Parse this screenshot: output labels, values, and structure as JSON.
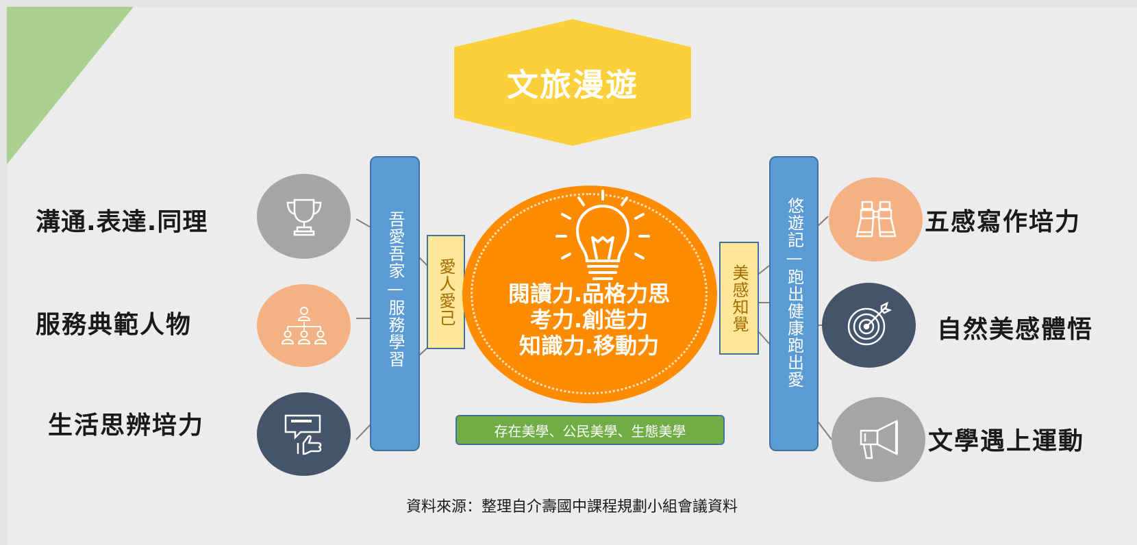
{
  "title": "文旅漫遊",
  "left_bar": "吾愛吾家—服務學習",
  "left_box": "愛人愛己",
  "right_bar": "悠遊記—跑出健康跑出愛",
  "right_box": "美感知覺",
  "center": {
    "lines": [
      "閱讀力.品格力思",
      "考力.創造力",
      "知識力.移動力"
    ]
  },
  "bottom_box": "存在美學、公民美學、生態美學",
  "left_items": [
    {
      "label": "溝通.表達.同理",
      "icon": "trophy-icon",
      "color": "#a5a5a5"
    },
    {
      "label": "服務典範人物",
      "icon": "org-chart-icon",
      "color": "#f4b183"
    },
    {
      "label": "生活思辨培力",
      "icon": "chat-thumbs-up-icon",
      "color": "#44546a"
    }
  ],
  "right_items": [
    {
      "label": "五感寫作培力",
      "icon": "binoculars-icon",
      "color": "#f4b183"
    },
    {
      "label": "自然美感體悟",
      "icon": "target-icon",
      "color": "#44546a"
    },
    {
      "label": "文學遇上運動",
      "icon": "megaphone-icon",
      "color": "#a5a5a5"
    }
  ],
  "source": "資料來源：整理自介壽國中課程規劃小組會議資料",
  "colors": {
    "title_hex": "#fcd03a",
    "bars": "#5b9bd5",
    "small_boxes": "#ffe699",
    "center": "#ff8c00",
    "bottom_box": "#70ad47",
    "corner": "#a9d08e"
  }
}
